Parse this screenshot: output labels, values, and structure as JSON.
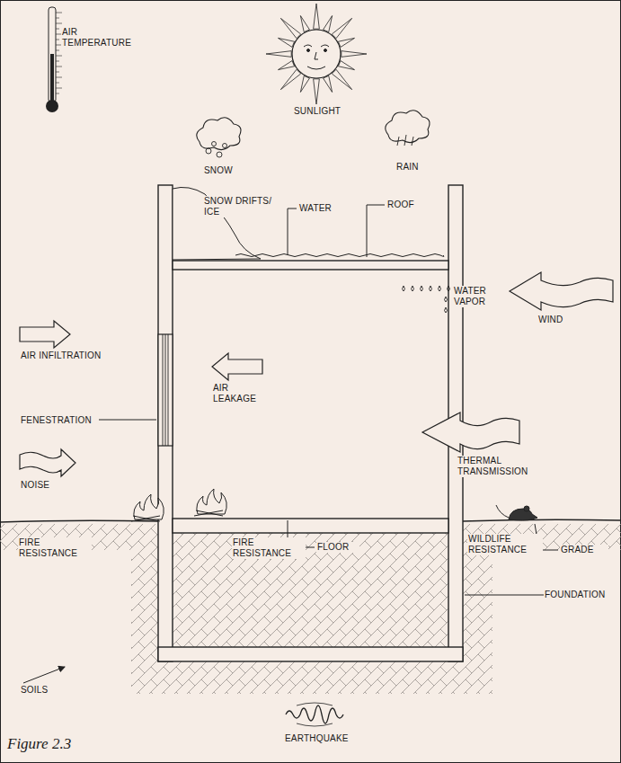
{
  "diagram": {
    "caption": "Figure 2.3",
    "labels": [
      "AIR TEMPERATURE",
      "SUNLIGHT",
      "SNOW",
      "RAIN",
      "SNOW DRIFTS/ ICE",
      "WATER",
      "ROOF",
      "WATER VAPOR",
      "WIND",
      "AIR INFILTRATION",
      "FENESTRATION",
      "AIR LEAKAGE",
      "THERMAL TRANSMISSION",
      "NOISE",
      "FIRE RESISTANCE",
      "FIRE RESISTANCE",
      "FLOOR",
      "WILDLIFE RESISTANCE",
      "GRADE",
      "FOUNDATION",
      "SOILS",
      "EARTHQUAKE"
    ]
  }
}
